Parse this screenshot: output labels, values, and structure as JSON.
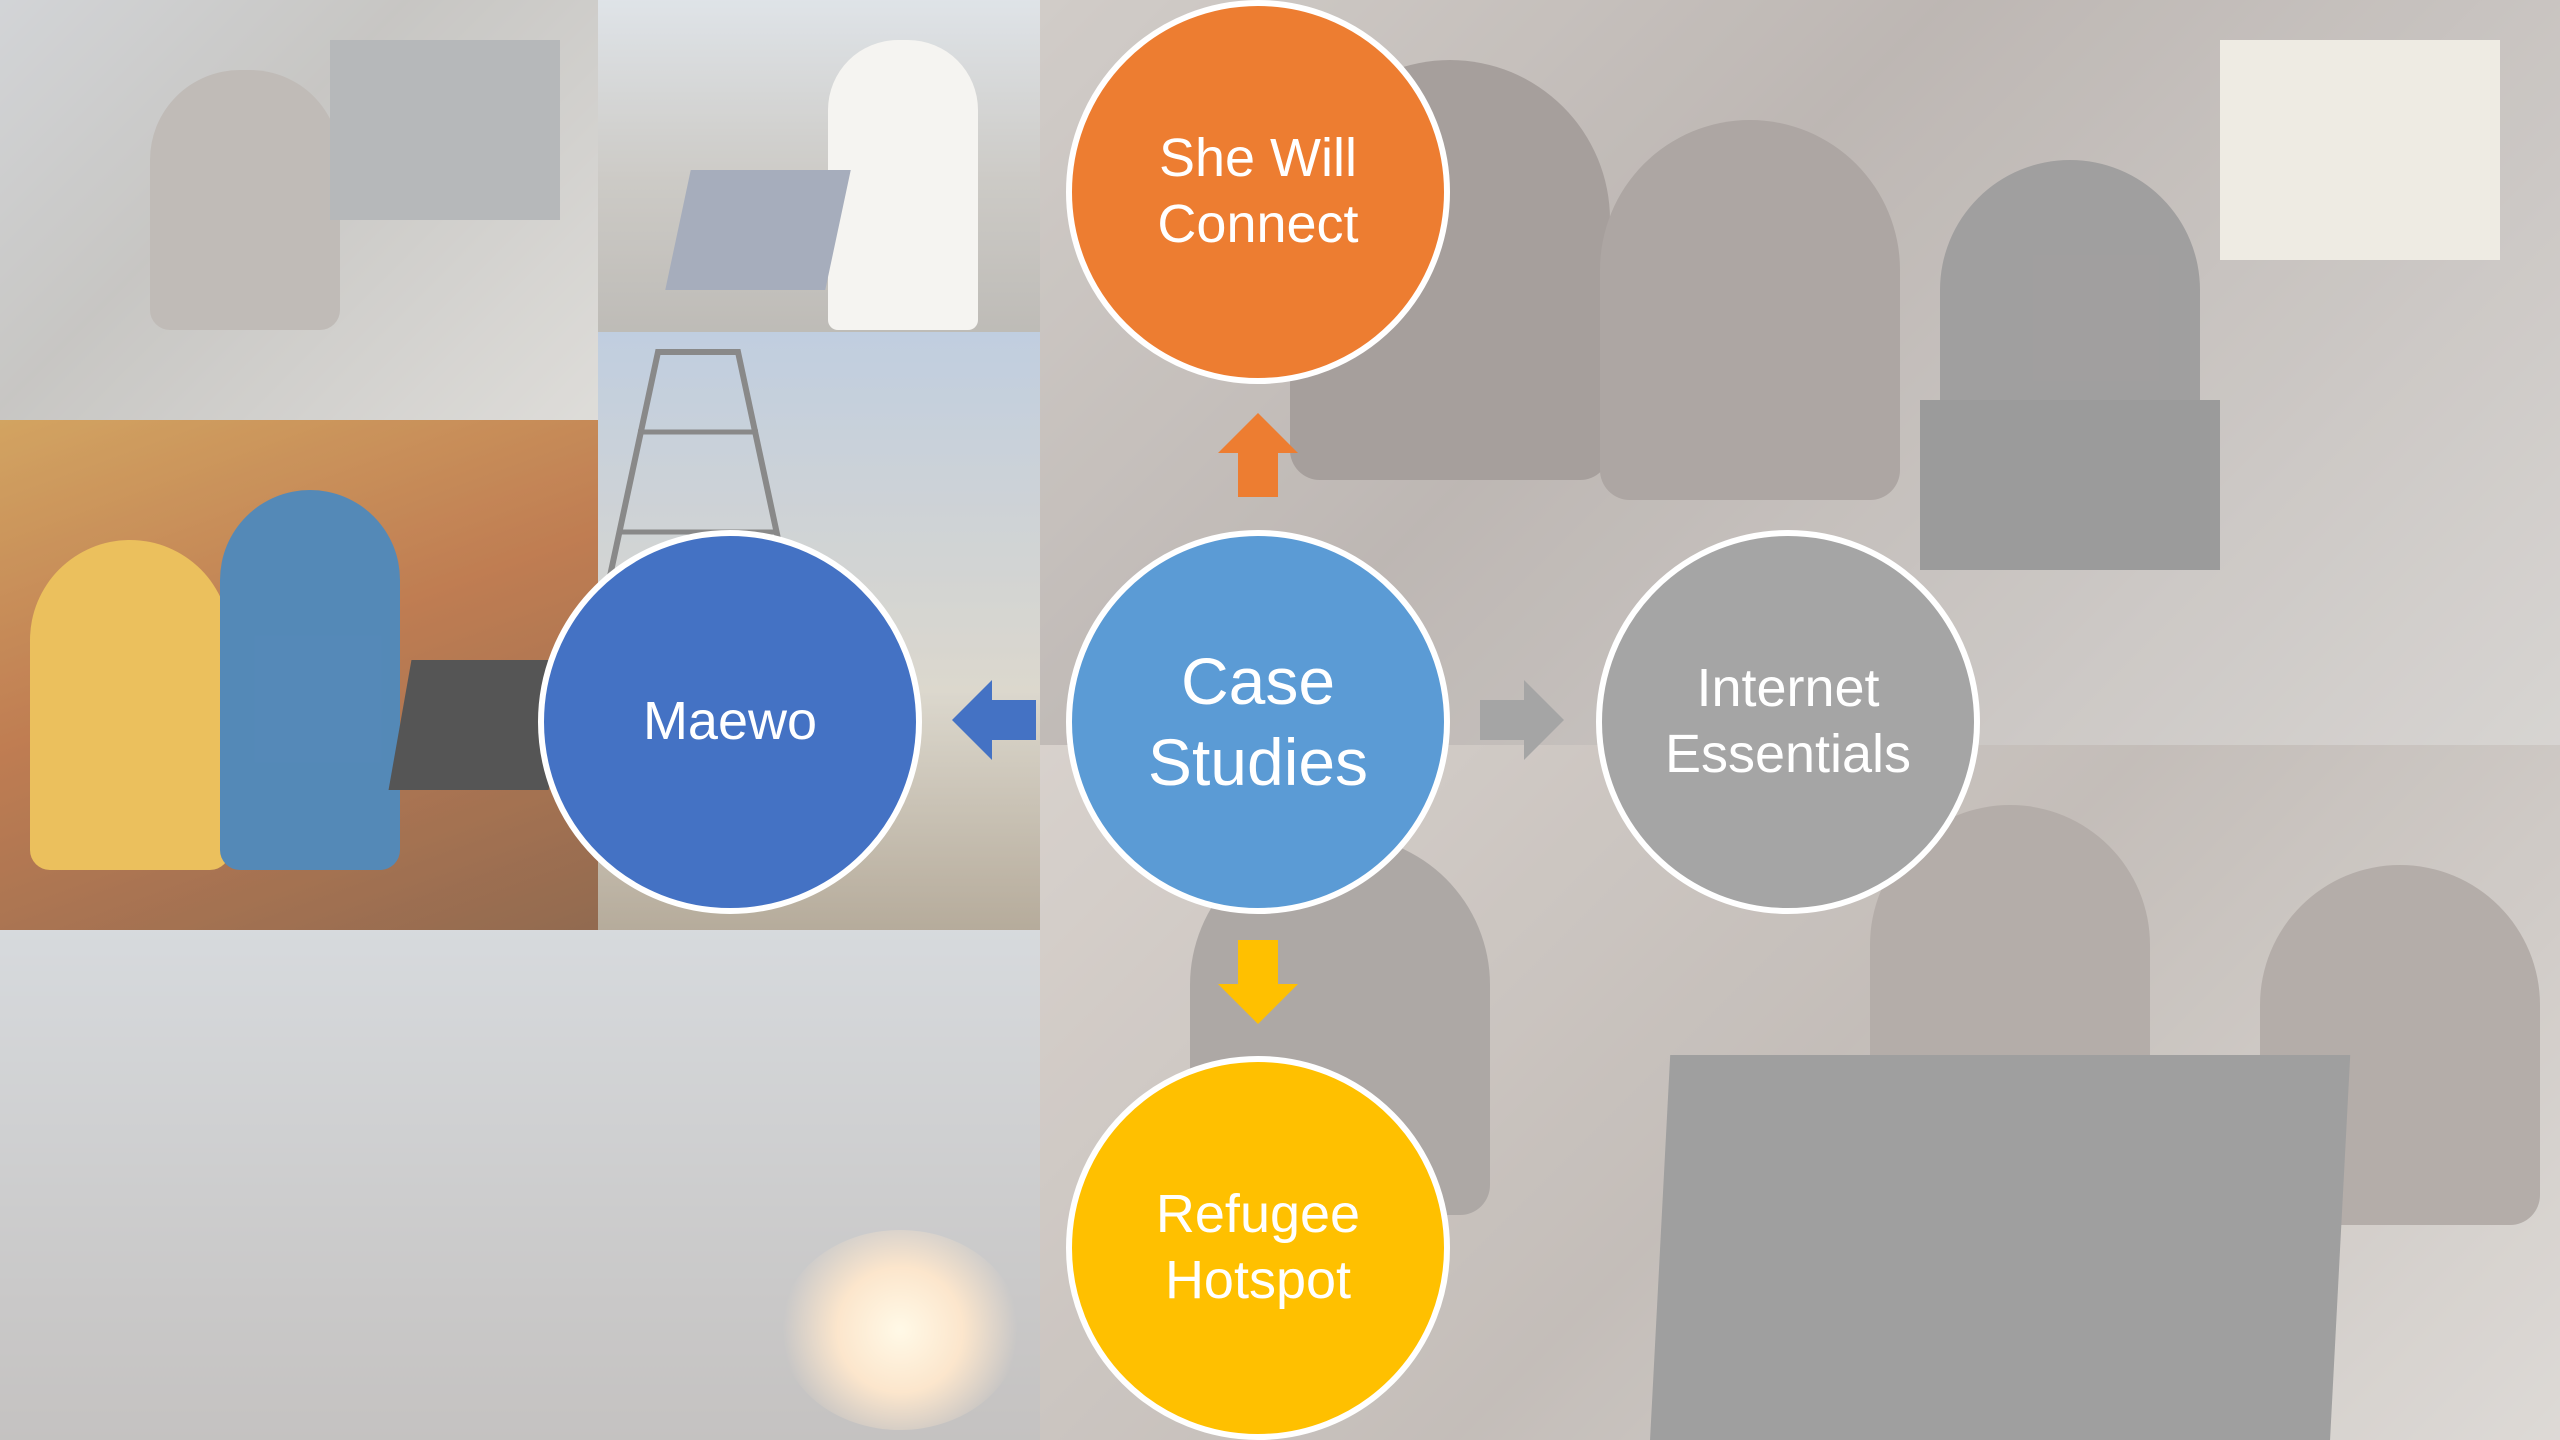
{
  "diagram": {
    "center": {
      "label": "Case\nStudies",
      "color": "#5b9bd5"
    },
    "nodes": {
      "top": {
        "label": "She Will\nConnect",
        "color": "#ed7d31"
      },
      "left": {
        "label": "Maewo",
        "color": "#4472c4"
      },
      "right": {
        "label": "Internet\nEssentials",
        "color": "#a5a5a5"
      },
      "bottom": {
        "label": "Refugee\nHotspot",
        "color": "#ffc000"
      }
    }
  },
  "background_photos": [
    "man-at-computer-photo",
    "man-with-laptop-photo",
    "women-with-laptop-photo",
    "radio-tower-photo",
    "children-with-tablets-photo",
    "students-with-laptop-photo",
    "campfire-dusk-photo"
  ]
}
